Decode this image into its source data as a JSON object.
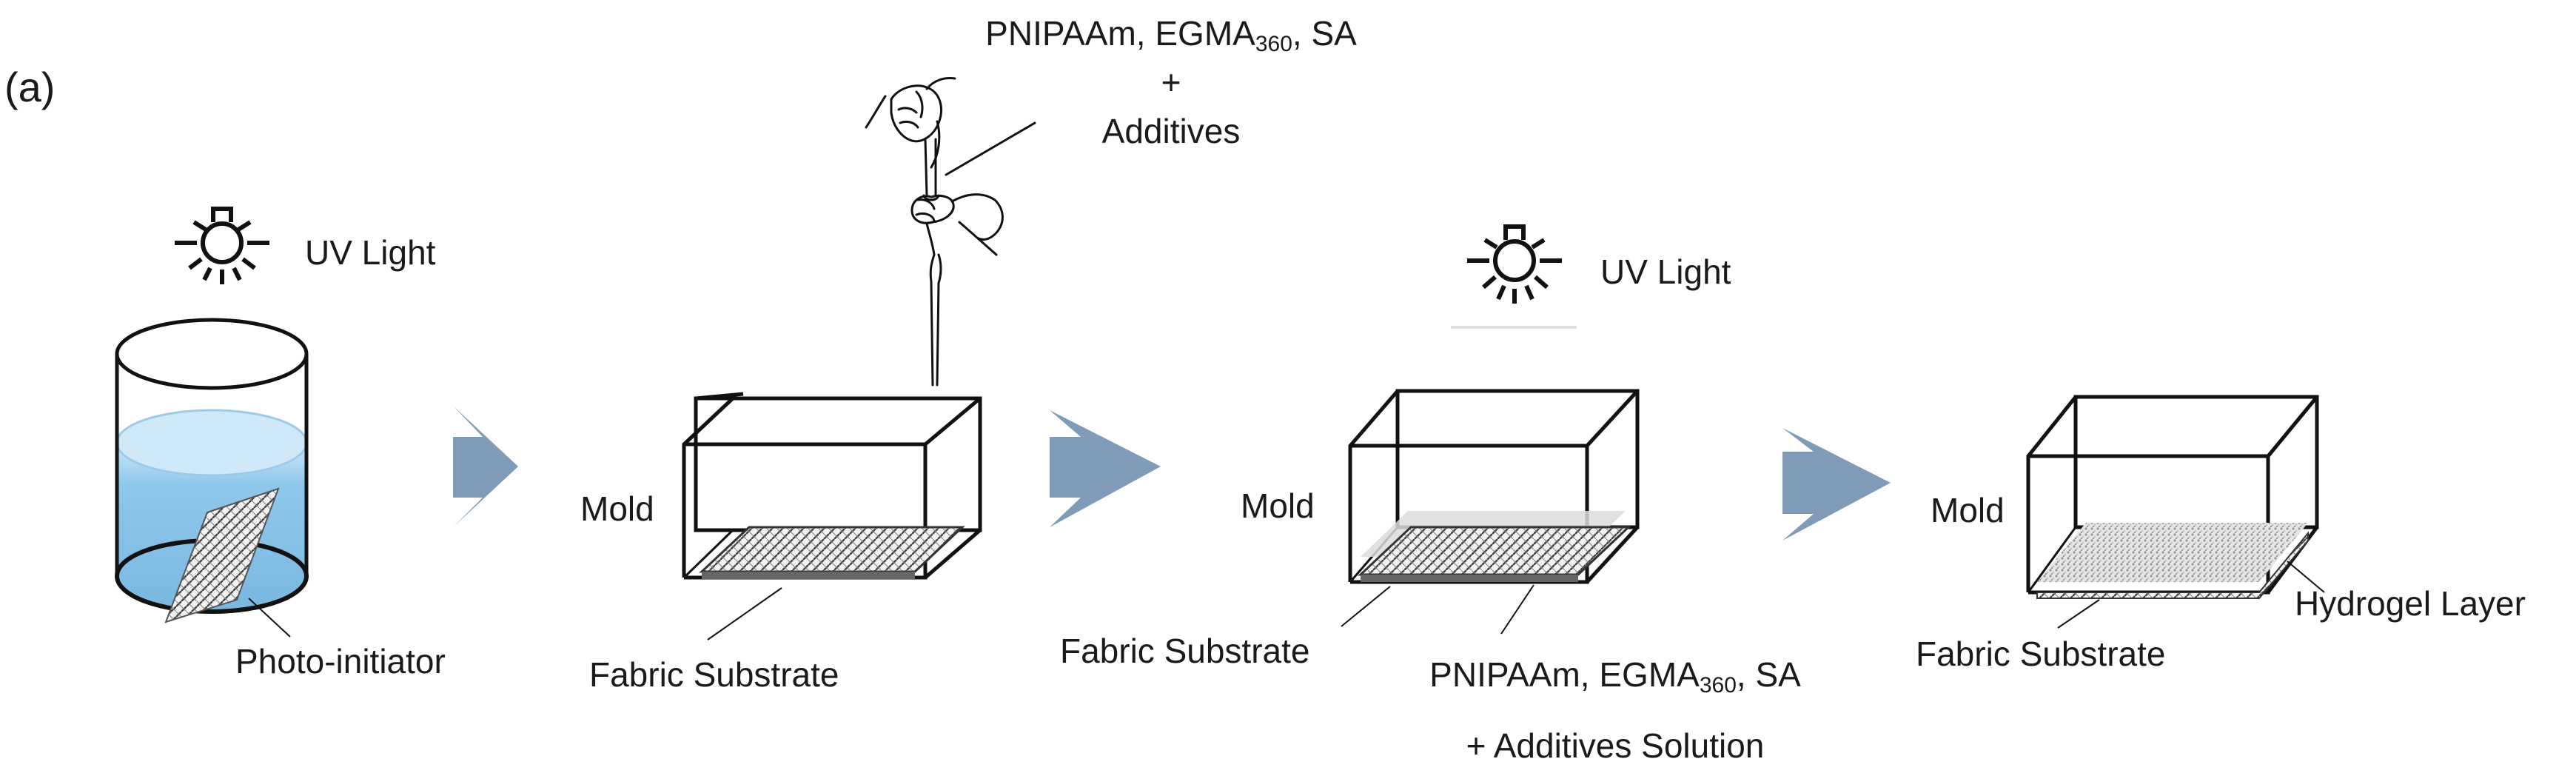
{
  "panel_label": "(a)",
  "step1": {
    "light_label": "UV Light",
    "initiator_label": "Photo-initiator"
  },
  "step2": {
    "solution_line1_pre": "PNIPAAm, EGMA",
    "solution_line1_sub": "360",
    "solution_line1_post": ", SA",
    "solution_plus": "+",
    "solution_line2": "Additives",
    "mold_label": "Mold",
    "substrate_label": "Fabric Substrate"
  },
  "step3": {
    "light_label": "UV Light",
    "mold_label": "Mold",
    "substrate_label": "Fabric Substrate",
    "solution_line1_pre": "PNIPAAm, EGMA",
    "solution_line1_sub": "360",
    "solution_line1_post": ", SA",
    "solution_line2": "+ Additives  Solution"
  },
  "step4": {
    "mold_label": "Mold",
    "substrate_label": "Fabric Substrate",
    "hydrogel_label": "Hydrogel Layer"
  },
  "colors": {
    "arrow": "#7f9bb8",
    "water": "#8fc7ea",
    "line": "#111111"
  }
}
